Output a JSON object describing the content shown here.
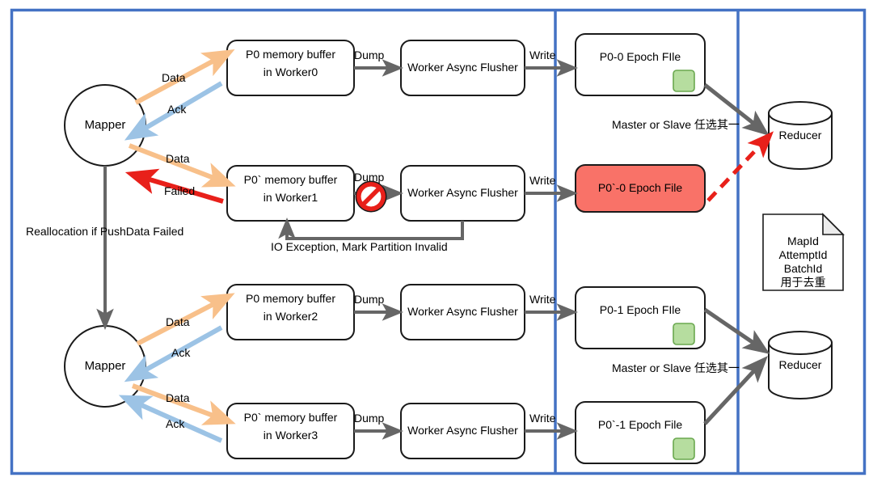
{
  "diagram": {
    "title": "Celeborn push data replication and epoch file flow",
    "colors": {
      "frame_blue": "#4472c4",
      "arrow_gray": "#666666",
      "arrow_orange": "#f8c08a",
      "arrow_blue": "#9cc3e5",
      "arrow_red": "#e8201a",
      "dashed_red": "#e8201a",
      "failed_fill": "#f97268",
      "badge_green": "#b6dd9f",
      "badge_green_border": "#6aa84f",
      "node_stroke": "#1a1a1a"
    },
    "frame": {
      "name": "outer-frame"
    },
    "dividers": [
      {
        "name": "divider-worker-epoch"
      },
      {
        "name": "divider-epoch-reducer"
      }
    ],
    "mappers": [
      {
        "label": "Mapper"
      },
      {
        "label": "Mapper"
      }
    ],
    "buffers": [
      {
        "line1": "P0 memory buffer",
        "line2": "in Worker0"
      },
      {
        "line1": "P0` memory buffer",
        "line2": "in Worker1"
      },
      {
        "line1": "P0 memory buffer",
        "line2": "in Worker2"
      },
      {
        "line1": "P0` memory buffer",
        "line2": "in Worker3"
      }
    ],
    "flushers": [
      {
        "label": "Worker Async Flusher"
      },
      {
        "label": "Worker Async Flusher"
      },
      {
        "label": "Worker Async Flusher"
      },
      {
        "label": "Worker Async Flusher"
      }
    ],
    "epoch_files": [
      {
        "label": "P0-0 Epoch FIle",
        "state": "ok"
      },
      {
        "label": "P0`-0 Epoch File",
        "state": "failed"
      },
      {
        "label": "P0-1 Epoch FIle",
        "state": "ok"
      },
      {
        "label": "P0`-1 Epoch File",
        "state": "ok"
      }
    ],
    "reducers": [
      {
        "label": "Reducer"
      },
      {
        "label": "Reducer"
      }
    ],
    "note": {
      "name": "dedup-note",
      "lines": [
        "MapId",
        "AttemptId",
        "BatchId",
        "用于去重"
      ]
    },
    "edge_labels": {
      "data": "Data",
      "ack": "Ack",
      "failed": "Failed",
      "dump": "Dump",
      "write": "Write",
      "reallocation": "Reallocation if PushData Failed",
      "io_exception": "IO Exception, Mark Partition Invalid",
      "master_or_slave": "Master or Slave 任选其一"
    },
    "icons": {
      "no_entry": "no-entry-icon"
    }
  }
}
